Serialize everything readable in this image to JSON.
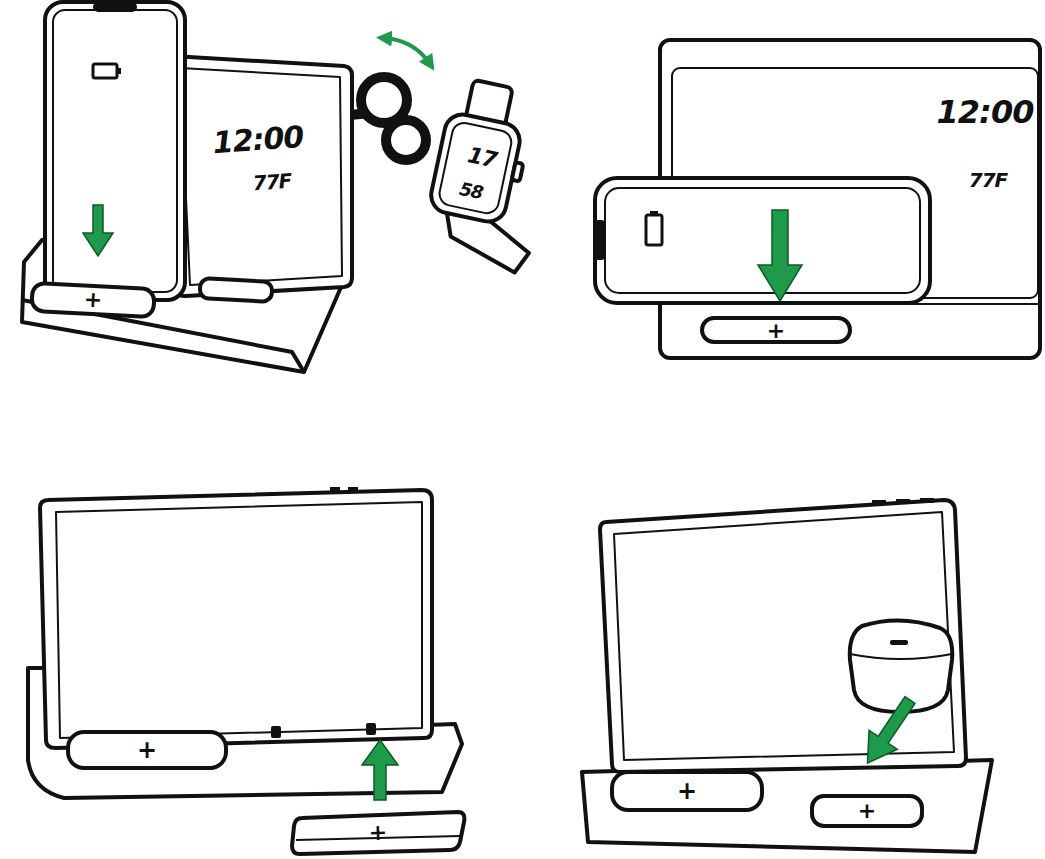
{
  "diagram": {
    "labels": [
      "12:00",
      "77F",
      "17",
      "58",
      "+",
      "12:00",
      "77F",
      "+",
      "+",
      "+",
      "+",
      "+"
    ]
  }
}
